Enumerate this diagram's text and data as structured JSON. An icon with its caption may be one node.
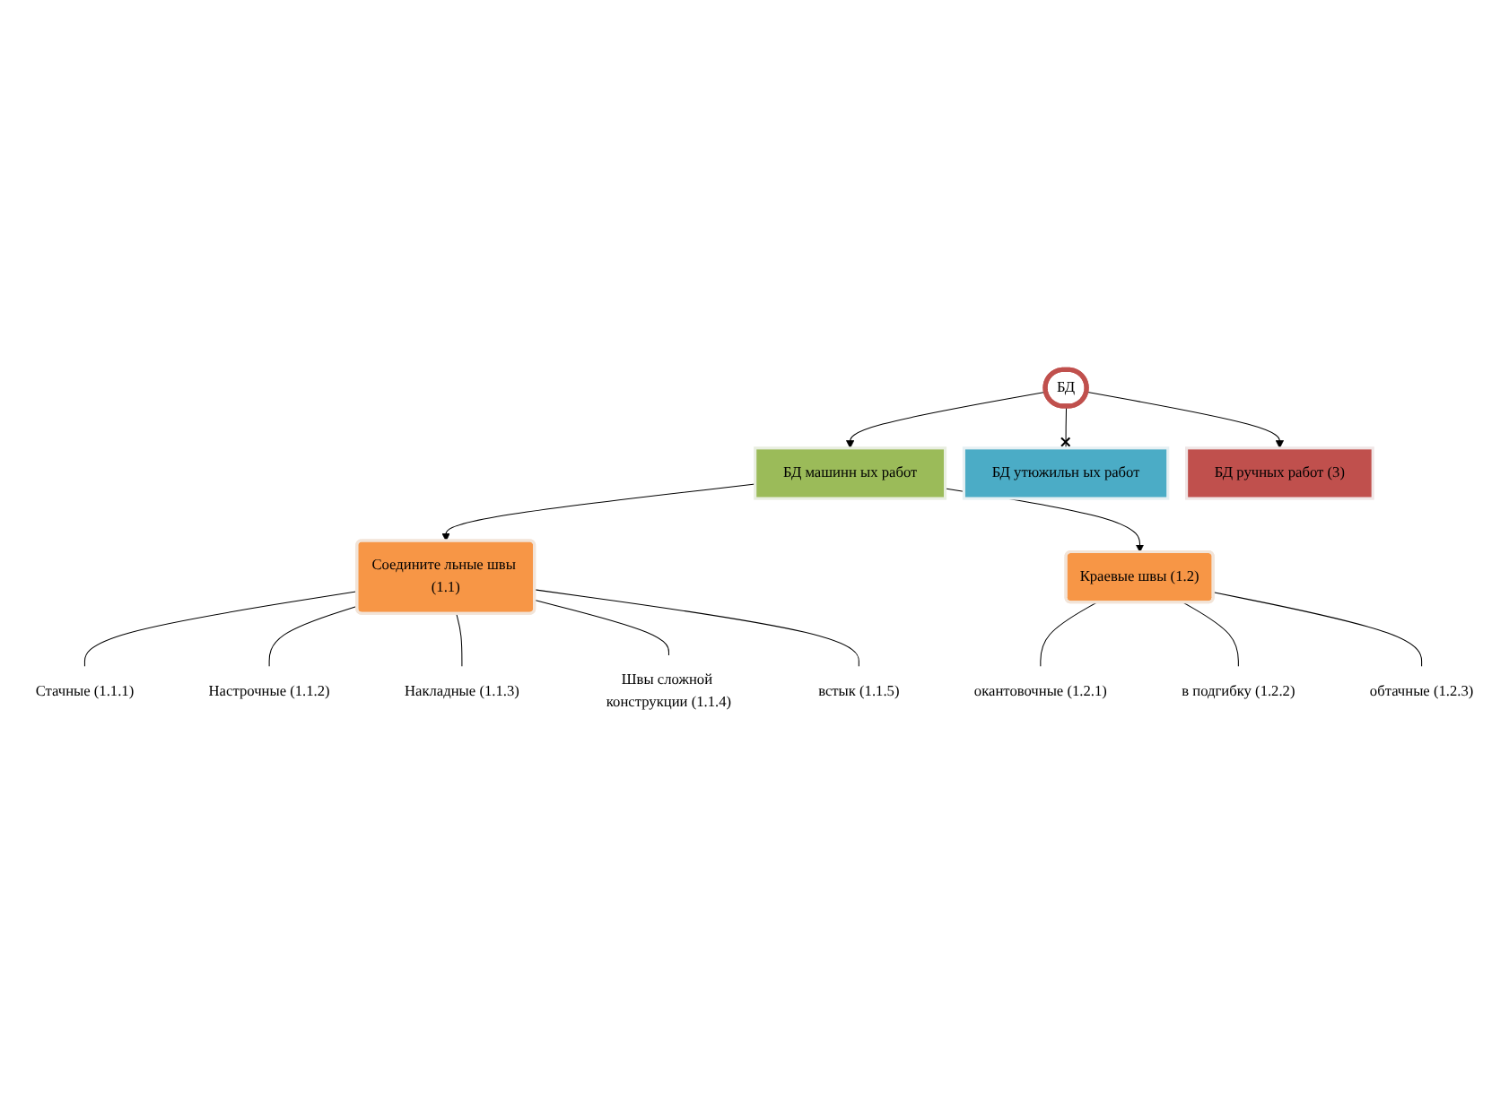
{
  "diagram": {
    "nodes": [
      {
        "text": [
          "БД"
        ]
      },
      {
        "text": [
          "БД машинн ых работ"
        ]
      },
      {
        "text": [
          "БД утюжильн ых работ"
        ]
      },
      {
        "text": [
          "БД ручных работ (3)"
        ]
      },
      {
        "text": [
          "Соедините льные швы (1.1)"
        ]
      },
      {
        "text": [
          "Краевые швы (1.2)"
        ]
      },
      {
        "text": [
          "Стачные (1.1.1)"
        ]
      },
      {
        "text": [
          "Настрочные (1.1.2)"
        ]
      },
      {
        "text": [
          "Накладные (1.1.3)"
        ]
      },
      {
        "text": [
          "Швы сложной конструкции (1.1.4)"
        ]
      },
      {
        "text": [
          "встык (1.1.5)"
        ]
      },
      {
        "text": [
          "окантовочные (1.2.1)"
        ]
      },
      {
        "text": [
          "в подгибку (1.2.2)"
        ]
      },
      {
        "text": [
          "обтачные (1.2.3)"
        ]
      }
    ],
    "edges": [
      {
        "from": 0,
        "to": 1,
        "arrow": "to"
      },
      {
        "from": 0,
        "to": 2,
        "arrow": "other"
      },
      {
        "from": 0,
        "to": 3,
        "arrow": "to"
      },
      {
        "from": 1,
        "to": 4,
        "arrow": "to"
      },
      {
        "from": 1,
        "to": 5,
        "arrow": "to"
      },
      {
        "from": 4,
        "to": 6,
        "arrow": "none"
      },
      {
        "from": 4,
        "to": 7,
        "arrow": "none"
      },
      {
        "from": 4,
        "to": 8,
        "arrow": "none"
      },
      {
        "from": 4,
        "to": 9,
        "arrow": "none"
      },
      {
        "from": 4,
        "to": 10,
        "arrow": "none"
      },
      {
        "from": 5,
        "to": 11,
        "arrow": "none"
      },
      {
        "from": 5,
        "to": 12,
        "arrow": "none"
      },
      {
        "from": 5,
        "to": 13,
        "arrow": "none"
      }
    ]
  }
}
